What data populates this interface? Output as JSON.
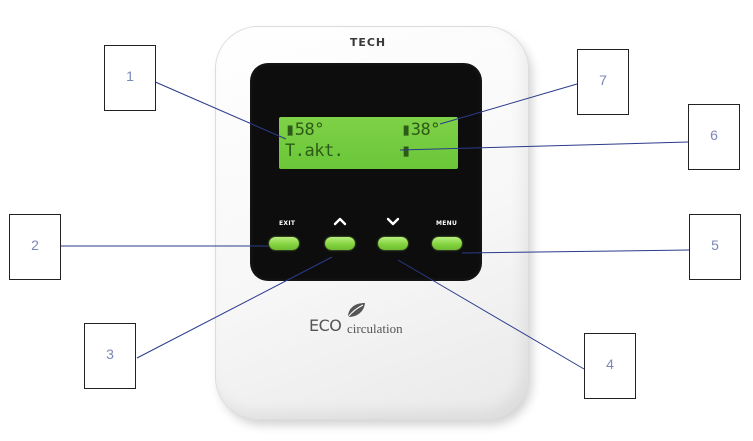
{
  "device": {
    "brand": "TECH",
    "display": {
      "line1_left": "▮58°",
      "line1_right": "▮38°",
      "line2": "T.akt."
    },
    "buttons": {
      "exit_label": "EXIT",
      "up_icon": "chevron-up-icon",
      "down_icon": "chevron-down-icon",
      "menu_label": "MENU"
    },
    "logo": {
      "eco": "ECO",
      "circulation": "circulation"
    }
  },
  "callouts": [
    "1",
    "2",
    "3",
    "4",
    "5",
    "6",
    "7"
  ],
  "colors": {
    "lcd": "#72c93d",
    "button": "#86d642",
    "callout_text": "#7b87b8",
    "line": "#2b3a8c"
  }
}
